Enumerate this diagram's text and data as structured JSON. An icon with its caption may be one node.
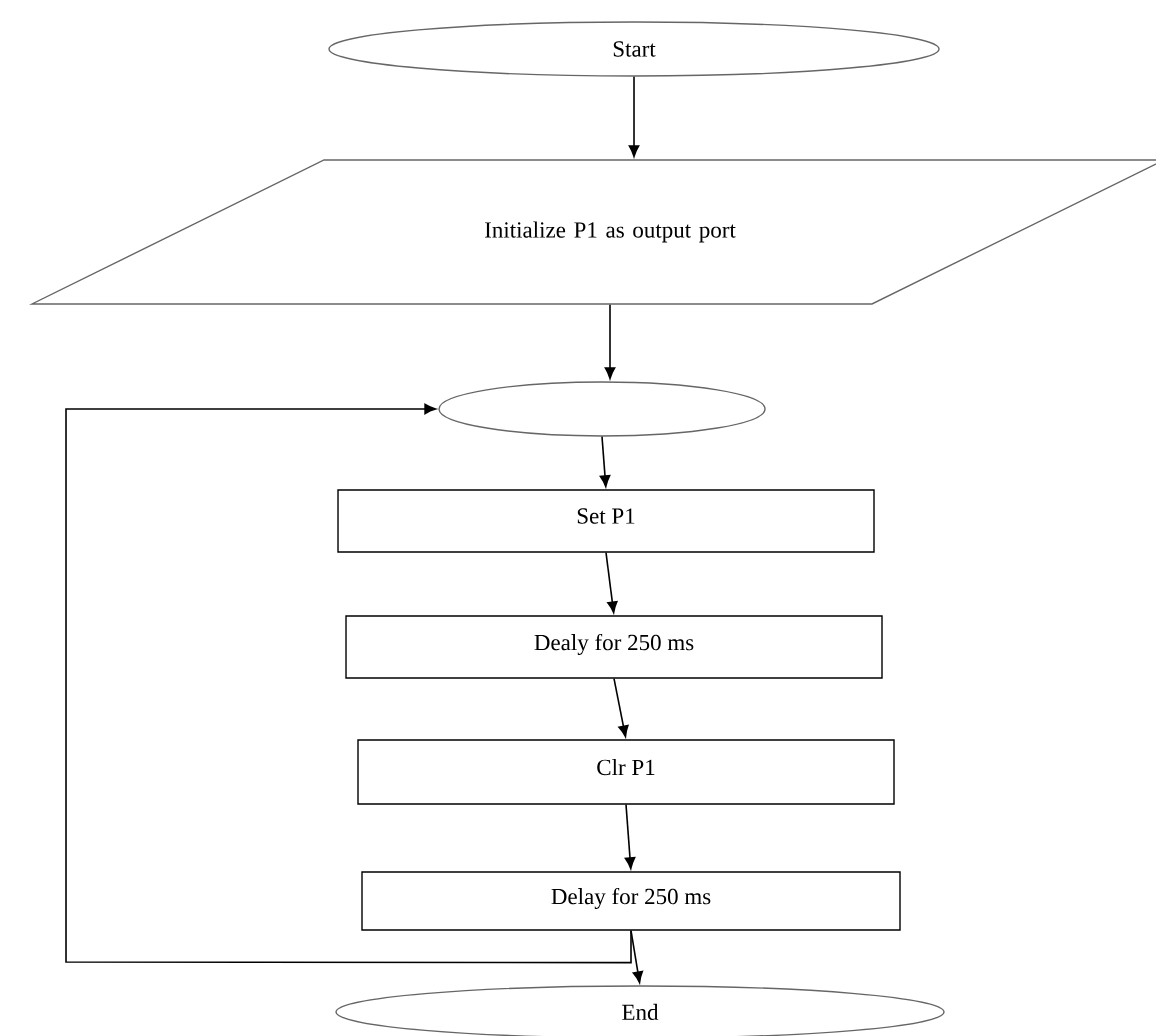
{
  "diagram": {
    "nodes": [
      {
        "text": [
          "Start"
        ]
      },
      {
        "text": [
          "Initialize P1 as output port"
        ]
      },
      {
        "text": [],
        "shape": "ellipse"
      },
      {
        "text": [
          "Set P1"
        ]
      },
      {
        "text": [
          "Dealy for 250 ms"
        ]
      },
      {
        "text": [
          "Clr P1"
        ]
      },
      {
        "text": [
          "Delay for 250 ms"
        ]
      },
      {
        "text": [
          "End"
        ]
      }
    ],
    "edges": [
      {
        "from": 0,
        "to": 1,
        "arrow": "to"
      },
      {
        "from": 1,
        "to": 2,
        "arrow": "to"
      },
      {
        "from": 2,
        "to": 3,
        "arrow": "to"
      },
      {
        "from": 3,
        "to": 4,
        "arrow": "to"
      },
      {
        "from": 4,
        "to": 5,
        "arrow": "to"
      },
      {
        "from": 5,
        "to": 6,
        "arrow": "to"
      },
      {
        "from": 6,
        "to": 7,
        "arrow": "to"
      },
      {
        "from": 6,
        "to": 2,
        "arrow": "to"
      }
    ]
  }
}
